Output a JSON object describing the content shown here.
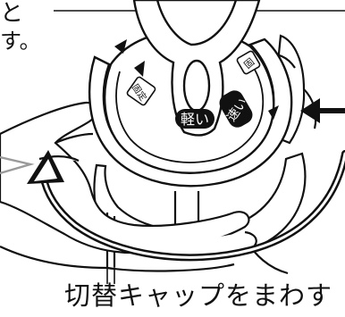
{
  "caption": "切替キャップをまわす",
  "fragments": {
    "top_line_end": "と",
    "second_line_end": "す。"
  },
  "dial_labels": {
    "fixed": "固定",
    "light": "軽い",
    "fast": "速い",
    "fixed_partial": "固"
  },
  "colors": {
    "line": "#111111",
    "fill": "#ffffff",
    "label_bg": "#111111",
    "label_text": "#ffffff",
    "pointer_grey": "#9a9a9a"
  },
  "icons": [
    "rotate-arrow-icon",
    "cap-direction-arrow-icon",
    "pointer-arrow-icon"
  ]
}
